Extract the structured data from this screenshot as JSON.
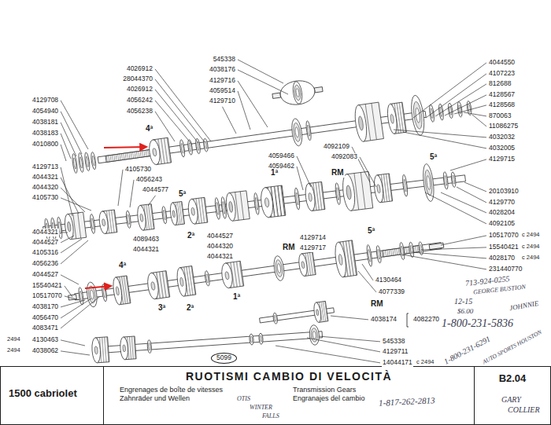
{
  "diagram": {
    "title": "RUOTISMI CAMBIO DI VELOCITÀ",
    "nodes": [
      {
        "text": [
          "1500 cabriolet"
        ]
      },
      {
        "text": [
          "Engrenages de boîte de vitesses",
          "Zahnräder und Wellen",
          "Transmission Gears",
          "Engranajes del cambio"
        ]
      },
      {
        "text": [
          "B2.04"
        ]
      },
      {
        "text": [
          "5099"
        ]
      }
    ],
    "labels": [
      "4129708",
      "4054940",
      "4038181",
      "4038183",
      "4010800",
      "4026912",
      "28044370",
      "4026912",
      "4056242",
      "4056238",
      "545338",
      "4038176",
      "4129716",
      "4059514",
      "4129710",
      "4ª",
      "4044550",
      "4107223",
      "812688",
      "4128567",
      "4128568",
      "870063",
      "11086275",
      "4032032",
      "4032005",
      "4129715",
      "4105730",
      "4056243",
      "4044577",
      "4059466",
      "4059462",
      "4092109",
      "4092083",
      "1ª",
      "RM",
      "5ª",
      "4129713",
      "4044321",
      "4044320",
      "4105730",
      "20103910",
      "4129770",
      "4028204",
      "4092105",
      "10517070",
      "c 2494",
      "15540421",
      "c 2494",
      "4028170",
      "c 2494",
      "231440770",
      "5ª",
      "2ª",
      "4089463",
      "4044321",
      "4044527",
      "4044320",
      "4044321",
      "4129714",
      "4129717",
      "5ª",
      "4044321",
      "4044527",
      "4105316",
      "4056236",
      "4044527",
      "15540421",
      "10517070",
      "4038170",
      "4056470",
      "4083471",
      "2494",
      "4130463",
      "2494",
      "4038062",
      "4ª",
      "3ª",
      "2ª",
      "1ª",
      "RM",
      "4130464",
      "4077339",
      "RM",
      "4038174",
      "4082270",
      "545338",
      "4129711",
      "14044171",
      "c 2494",
      "713-924-0255",
      "GEORGE BUSTION",
      "12-15",
      "$6.00",
      "JOHNNIE",
      "1-800-231-5836",
      "1-800-231-6291",
      "AUTO SPORTS HOUSTON",
      "1-817-262-2813",
      "GARY",
      "COLLIER",
      "OTIS",
      "WINTER",
      "FALLS"
    ]
  }
}
